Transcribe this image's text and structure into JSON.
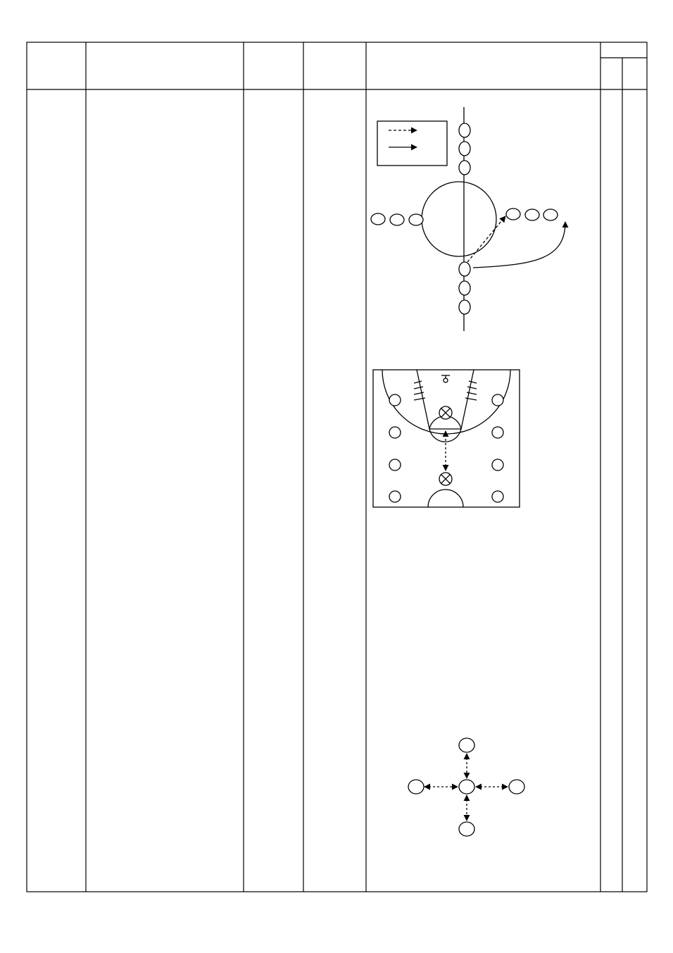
{
  "table": {
    "header_row": [
      "",
      "",
      "",
      "",
      "",
      "",
      ""
    ],
    "body_row": [
      "",
      "",
      "",
      "",
      "",
      "",
      ""
    ]
  },
  "diagrams": {
    "legend": {
      "pass_line": "dashed-arrow",
      "run_line": "solid-arrow"
    },
    "center_circle_drill": {
      "players_per_line": 3,
      "lines": 4
    },
    "half_court_drill": {
      "perimeter_players": 8,
      "defenders": 2
    },
    "cross_pass_drill": {
      "center_players": 1,
      "outer_players": 4
    }
  },
  "colors": {
    "stroke": "#000000",
    "background": "#ffffff"
  }
}
